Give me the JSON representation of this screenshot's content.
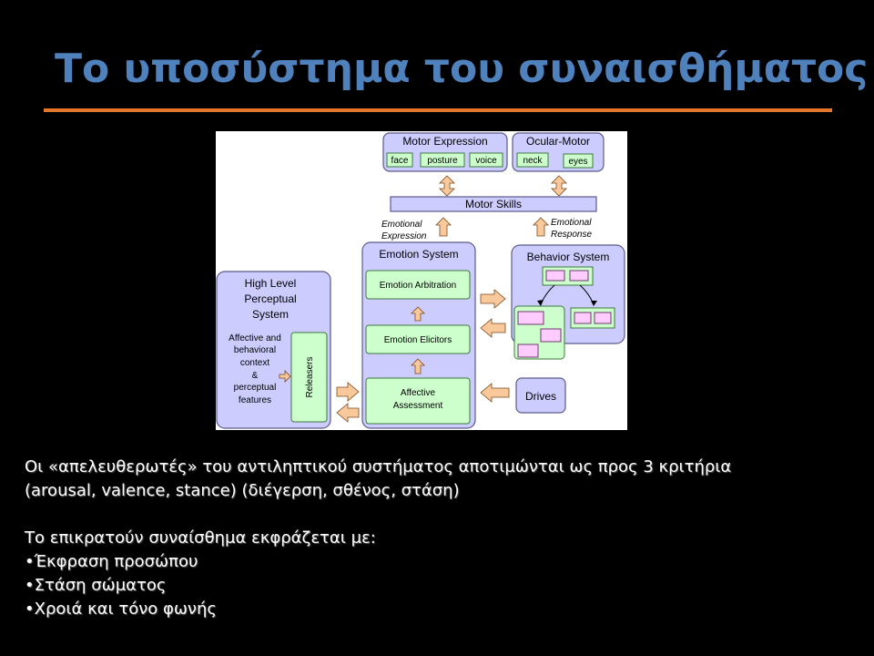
{
  "slide": {
    "title": "Το υποσύστημα του συναισθήματος",
    "colors": {
      "background": "#000000",
      "title": "#4f81bd",
      "rule": "#e8772e",
      "text": "#ffffff"
    }
  },
  "diagram": {
    "motor_expression": {
      "title": "Motor Expression",
      "items": [
        "face",
        "posture",
        "voice"
      ]
    },
    "ocular_motor": {
      "title": "Ocular-Motor",
      "items": [
        "neck",
        "eyes"
      ]
    },
    "motor_skills": "Motor Skills",
    "emotional_expression": [
      "Emotional",
      "Expression"
    ],
    "emotional_response": [
      "Emotional",
      "Response"
    ],
    "emotion_system": {
      "title": "Emotion System",
      "arbitration": "Emotion Arbitration",
      "elicitors": "Emotion Elicitors",
      "assessment": [
        "Affective",
        "Assessment"
      ]
    },
    "behavior_system": "Behavior System",
    "drives": "Drives",
    "perceptual_system": {
      "title": [
        "High Level",
        "Perceptual",
        "System"
      ],
      "context": [
        "Affective and",
        "behavioral",
        "context",
        "&",
        "perceptual",
        "features"
      ],
      "releasers": "Releasers"
    },
    "colors": {
      "system_fill": "#ccccff",
      "module_fill": "#ccffcc",
      "node_fill": "#ffccff",
      "arrow_fill": "#f9c89b"
    }
  },
  "body": {
    "paragraph1": [
      "Οι «απελευθερωτές» του αντιληπτικού συστήματος αποτιμώνται ως προς 3 κριτήρια",
      "(arousal, valence, stance) (διέγερση, σθένος,  στάση)"
    ],
    "lead": "Το επικρατούν συναίσθημα εκφράζεται με:",
    "bullets": [
      "•Έκφραση προσώπου",
      "•Στάση σώματος",
      "•Χροιά και τόνο φωνής"
    ]
  }
}
